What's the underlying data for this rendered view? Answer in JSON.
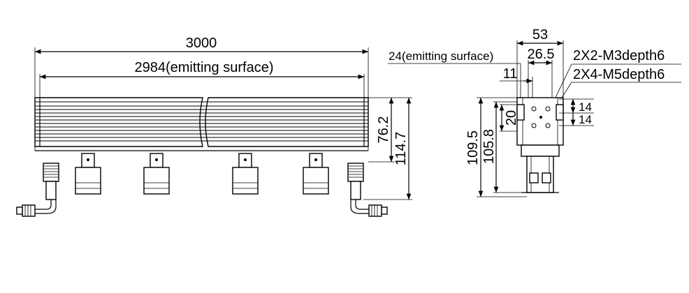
{
  "front_view": {
    "overall_length": "3000",
    "emitting_length": "2984(emitting surface)",
    "body_height": "76.2",
    "overall_height": "114.7"
  },
  "side_view": {
    "width": "53",
    "inner_width": "26.5",
    "emitting_width": "24(emitting surface)",
    "offset": "11",
    "hole_m3": "2X2-M3depth6",
    "hole_m5": "2X4-M5depth6",
    "pitch_top": "14",
    "pitch_bottom": "14",
    "hole_spacing": "20",
    "height_total": "109.5",
    "height_body": "105.8"
  }
}
